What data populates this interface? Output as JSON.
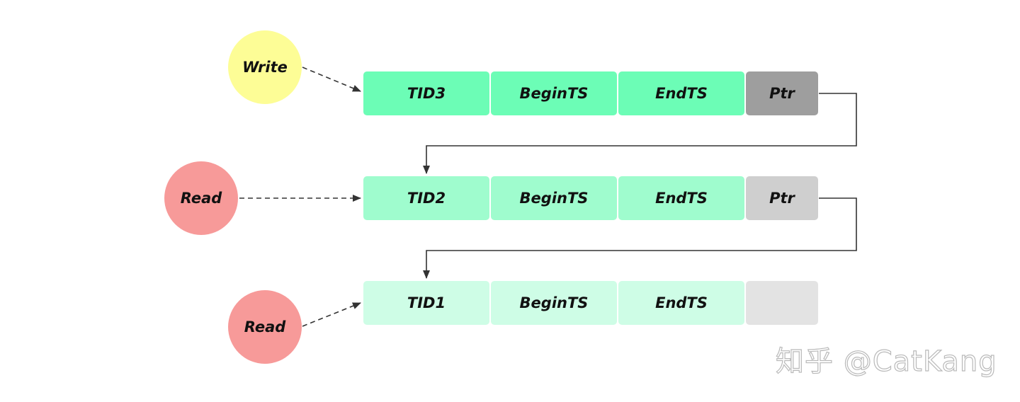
{
  "actors": {
    "write": {
      "label": "Write",
      "color": "#fdfd96"
    },
    "read_top": {
      "label": "Read",
      "color": "#f79a99"
    },
    "read_bottom": {
      "label": "Read",
      "color": "#f79a99"
    }
  },
  "versions": [
    {
      "tid": "TID3",
      "begin": "BeginTS",
      "end": "EndTS",
      "ptr": "Ptr",
      "field_color": "#6cfdb6",
      "ptr_color": "#9e9e9e"
    },
    {
      "tid": "TID2",
      "begin": "BeginTS",
      "end": "EndTS",
      "ptr": "Ptr",
      "field_color": "#9ffcce",
      "ptr_color": "#cfcfcf"
    },
    {
      "tid": "TID1",
      "begin": "BeginTS",
      "end": "EndTS",
      "ptr": "",
      "field_color": "#cefde6",
      "ptr_color": "#e3e3e3"
    }
  ],
  "watermark": "知乎 @CatKang"
}
